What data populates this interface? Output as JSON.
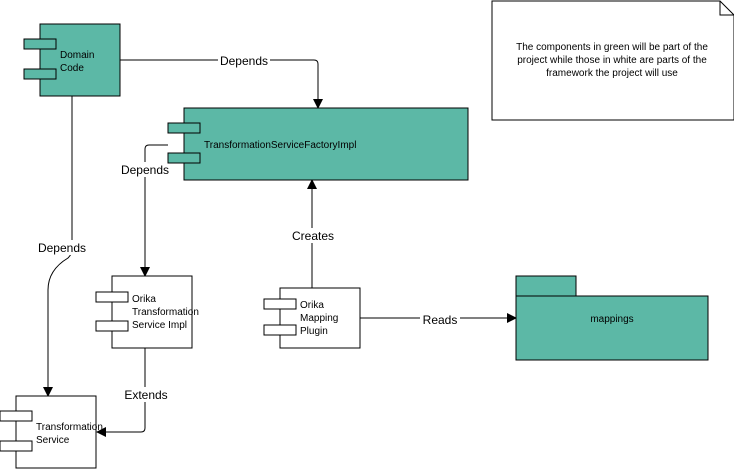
{
  "colors": {
    "framework": "#ffffff",
    "project": "#5cb8a6",
    "stroke": "#000000"
  },
  "note": {
    "lines": [
      "The components in green will be part of the",
      "project while those in white are parts of the",
      "framework the project will use"
    ]
  },
  "components": {
    "domain_code": {
      "lines": [
        "Domain",
        "Code"
      ]
    },
    "factory_impl": {
      "lines": [
        "TransformationServiceFactoryImpl"
      ]
    },
    "orika_service": {
      "lines": [
        "Orika",
        "Transformation",
        "Service Impl"
      ]
    },
    "orika_plugin": {
      "lines": [
        "Orika",
        "Mapping",
        "Plugin"
      ]
    },
    "transformation_service": {
      "lines": [
        "Transformation",
        "Service"
      ]
    },
    "mappings": {
      "label": "mappings"
    }
  },
  "edges": {
    "domain_to_factory": "Depends",
    "factory_to_orika": "Depends",
    "domain_to_service": "Depends",
    "plugin_to_factory": "Creates",
    "plugin_to_mappings": "Reads",
    "orika_to_service": "Extends"
  }
}
